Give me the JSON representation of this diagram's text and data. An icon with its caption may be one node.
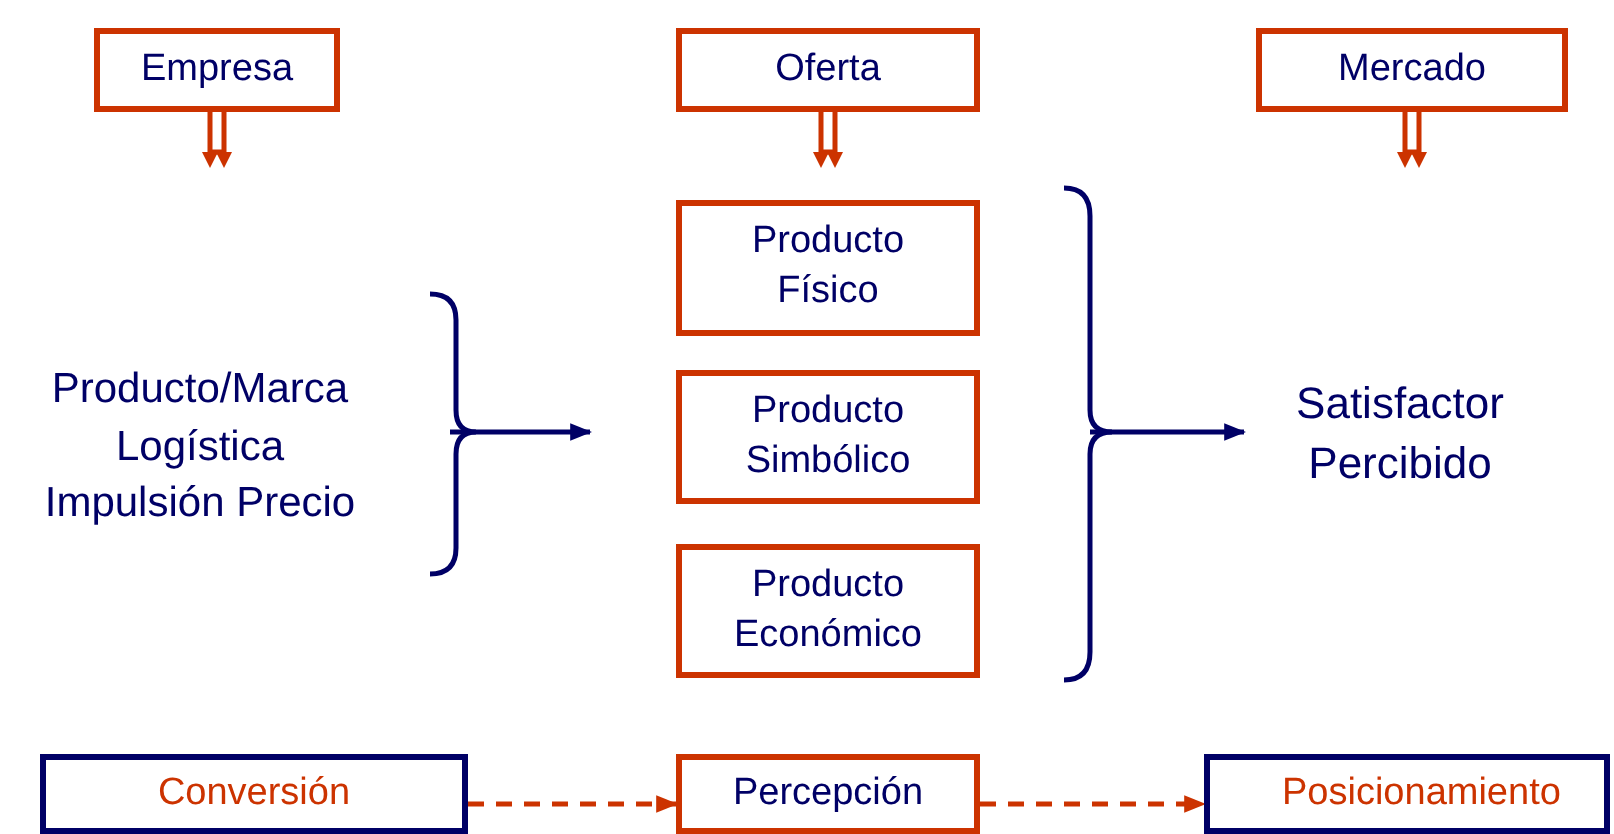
{
  "diagram": {
    "nodes": [
      {
        "text": [
          "Empresa"
        ]
      },
      {
        "text": [
          "Oferta"
        ]
      },
      {
        "text": [
          "Mercado"
        ]
      },
      {
        "text": [
          "Producto/Marca Logística Impulsión Precio"
        ]
      },
      {
        "text": [
          "Producto Físico"
        ]
      },
      {
        "text": [
          "Producto Simbólico"
        ]
      },
      {
        "text": [
          "Producto Económico"
        ]
      },
      {
        "text": [
          "Satisfactor Percibido"
        ]
      },
      {
        "text": [
          "Conversión"
        ]
      },
      {
        "text": [
          "Percepción"
        ]
      },
      {
        "text": [
          "Posicionamiento"
        ]
      }
    ],
    "edges": [
      {
        "from": 0,
        "to": null,
        "arrow": "to"
      },
      {
        "from": 1,
        "to": null,
        "arrow": "to"
      },
      {
        "from": 2,
        "to": null,
        "arrow": "to"
      },
      {
        "from": 3,
        "to": null,
        "arrow": "to",
        "color": "#000066"
      },
      {
        "from": null,
        "to": 7,
        "arrow": "to",
        "color": "#000066"
      },
      {
        "from": 8,
        "to": 9,
        "arrow": "to",
        "style": "dashed"
      },
      {
        "from": 9,
        "to": 10,
        "arrow": "to",
        "style": "dashed"
      }
    ]
  }
}
